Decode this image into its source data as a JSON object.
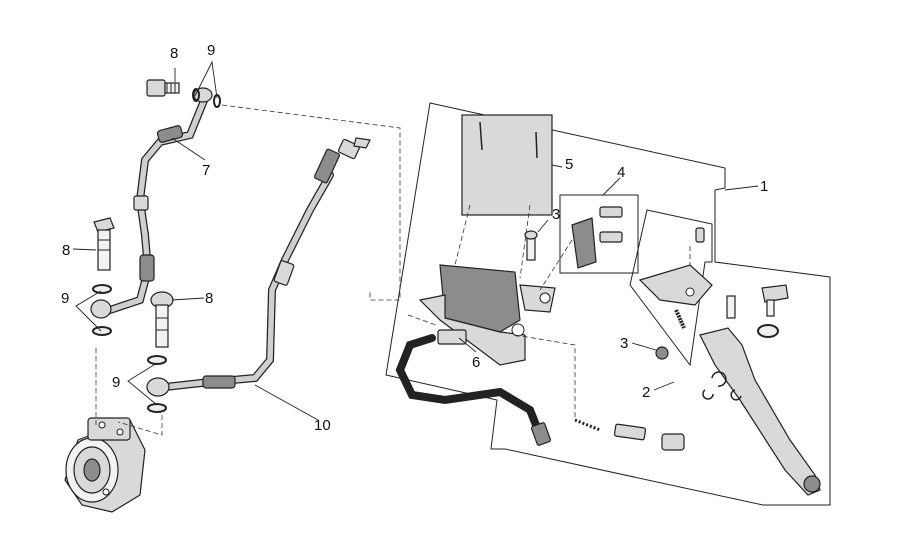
{
  "callouts": {
    "c1": "1",
    "c2": "2",
    "c3a": "3",
    "c3b": "3",
    "c4": "4",
    "c5": "5",
    "c6": "6",
    "c7": "7",
    "c8a": "8",
    "c8b": "8",
    "c8c": "8",
    "c9a": "9",
    "c9b": "9",
    "c9c": "9",
    "c10": "10"
  },
  "colors": {
    "line": "#222222",
    "part_fill": "#d9d9d9",
    "part_dark": "#8c8c8c",
    "background": "#ffffff"
  }
}
